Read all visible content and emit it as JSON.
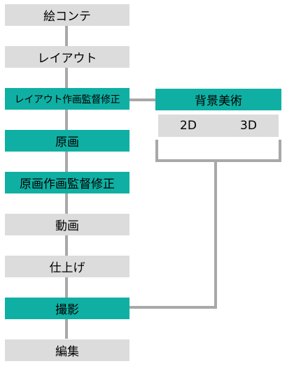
{
  "pipeline": {
    "steps": [
      {
        "label": "絵コンテ",
        "highlight": false
      },
      {
        "label": "レイアウト",
        "highlight": false
      },
      {
        "label": "レイアウト作画監督修正",
        "highlight": true
      },
      {
        "label": "原画",
        "highlight": true
      },
      {
        "label": "原画作画監督修正",
        "highlight": true
      },
      {
        "label": "動画",
        "highlight": false
      },
      {
        "label": "仕上げ",
        "highlight": false
      },
      {
        "label": "撮影",
        "highlight": true
      },
      {
        "label": "編集",
        "highlight": false
      }
    ]
  },
  "background_art": {
    "title": "背景美術",
    "variants": [
      "2D",
      "3D"
    ]
  },
  "colors": {
    "highlight": "#0fb0a3",
    "normal": "#dcdcdc",
    "connector": "#a8a8a8"
  }
}
